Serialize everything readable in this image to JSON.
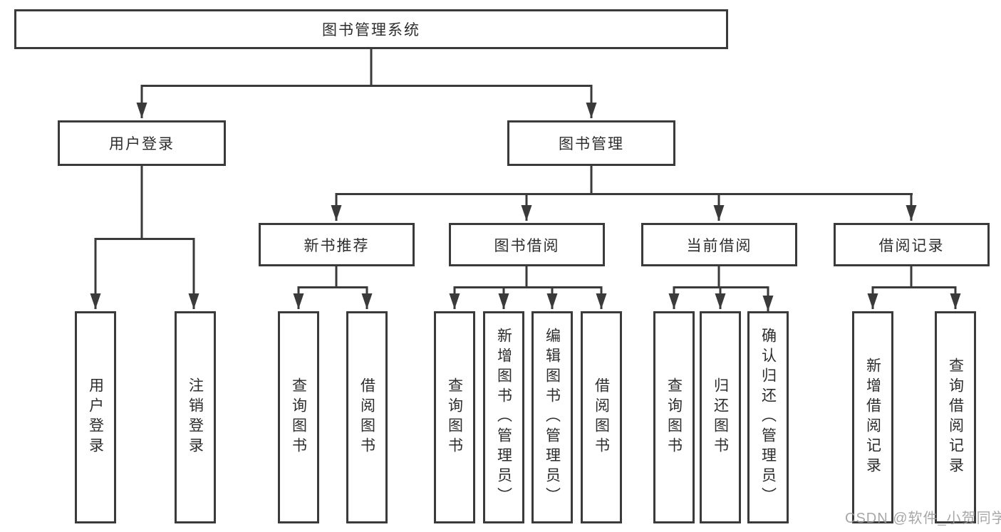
{
  "diagram": {
    "type": "hierarchy-tree",
    "title": "图书管理系统",
    "watermark": "CSDN @软件_小贺同学",
    "colors": {
      "line": "#3a3a3a",
      "border": "#3a3a3a",
      "text": "#2d2d2d",
      "background": "#ffffff",
      "watermark": "#9b9b9b"
    }
  },
  "root": {
    "label": "图书管理系统"
  },
  "level2": [
    {
      "label": "用户登录",
      "parent": "图书管理系统"
    },
    {
      "label": "图书管理",
      "parent": "图书管理系统"
    }
  ],
  "level3": [
    {
      "label": "新书推荐",
      "parent": "图书管理"
    },
    {
      "label": "图书借阅",
      "parent": "图书管理"
    },
    {
      "label": "当前借阅",
      "parent": "图书管理"
    },
    {
      "label": "借阅记录",
      "parent": "图书管理"
    }
  ],
  "leaves": [
    {
      "label": "用户登录",
      "parent": "用户登录"
    },
    {
      "label": "注销登录",
      "parent": "用户登录"
    },
    {
      "label": "查询图书",
      "parent": "新书推荐"
    },
    {
      "label": "借阅图书",
      "parent": "新书推荐"
    },
    {
      "label": "查询图书",
      "parent": "图书借阅"
    },
    {
      "label": "新增图书（管理员）",
      "parent": "图书借阅"
    },
    {
      "label": "编辑图书（管理员）",
      "parent": "图书借阅"
    },
    {
      "label": "借阅图书",
      "parent": "图书借阅"
    },
    {
      "label": "查询图书",
      "parent": "当前借阅"
    },
    {
      "label": "归还图书",
      "parent": "当前借阅"
    },
    {
      "label": "确认归还（管理员）",
      "parent": "当前借阅"
    },
    {
      "label": "新增借阅记录",
      "parent": "借阅记录"
    },
    {
      "label": "查询借阅记录",
      "parent": "借阅记录"
    }
  ]
}
